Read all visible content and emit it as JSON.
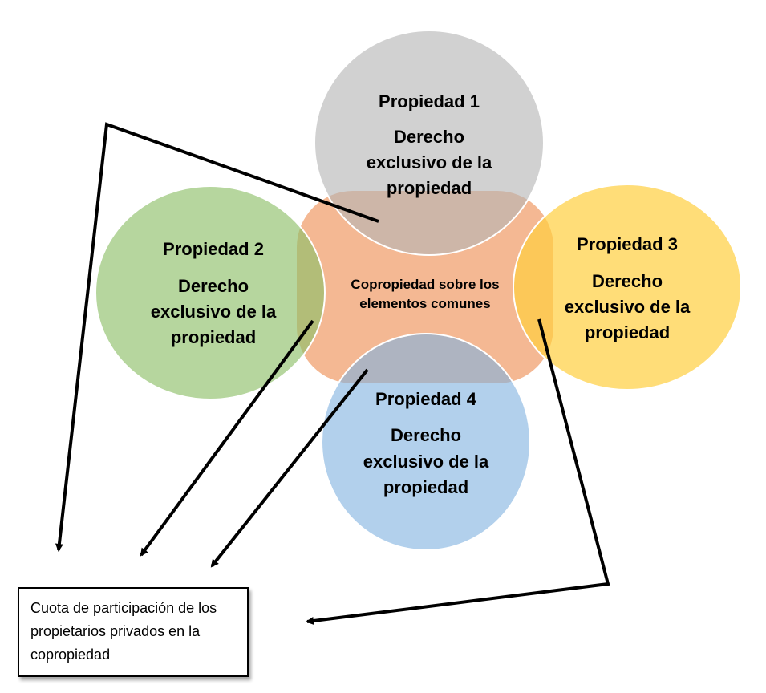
{
  "center": {
    "line1": "Copropiedad sobre los",
    "line2": "elementos comunes",
    "color": "#f4b893"
  },
  "properties": [
    {
      "title": "Propiedad 1",
      "line1": "Derecho",
      "line2": "exclusivo de la",
      "line3": "propiedad",
      "color": "#c9c9c9"
    },
    {
      "title": "Propiedad 2",
      "line1": "Derecho",
      "line2": "exclusivo de la",
      "line3": "propiedad",
      "color": "#a9d08e"
    },
    {
      "title": "Propiedad 3",
      "line1": "Derecho",
      "line2": "exclusivo de la",
      "line3": "propiedad",
      "color": "#ffd966"
    },
    {
      "title": "Propiedad 4",
      "line1": "Derecho",
      "line2": "exclusivo de la",
      "line3": "propiedad",
      "color": "#9dc3e6"
    }
  ],
  "box": {
    "text": "Cuota de participación de los propietarios privados en la copropiedad"
  }
}
